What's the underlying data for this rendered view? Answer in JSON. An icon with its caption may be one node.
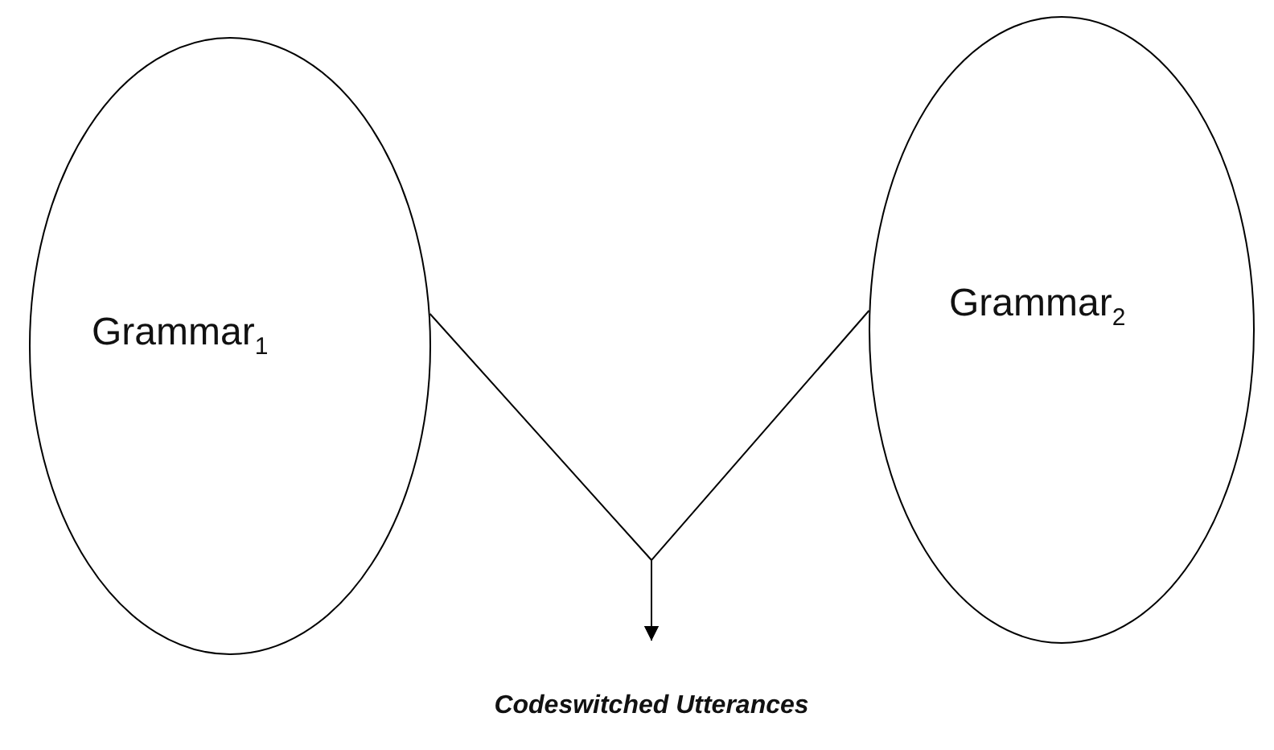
{
  "diagram": {
    "nodes": [
      {
        "text": [
          "Grammar$_{1}$"
        ]
      },
      {
        "text": [
          "Grammar$_{2}$"
        ]
      },
      {
        "text": [
          "Codeswitched Utterances"
        ]
      }
    ],
    "edges": [
      {
        "from": 0,
        "to": 2,
        "arrow": "to"
      },
      {
        "from": 1,
        "to": 2,
        "arrow": "to"
      }
    ]
  }
}
